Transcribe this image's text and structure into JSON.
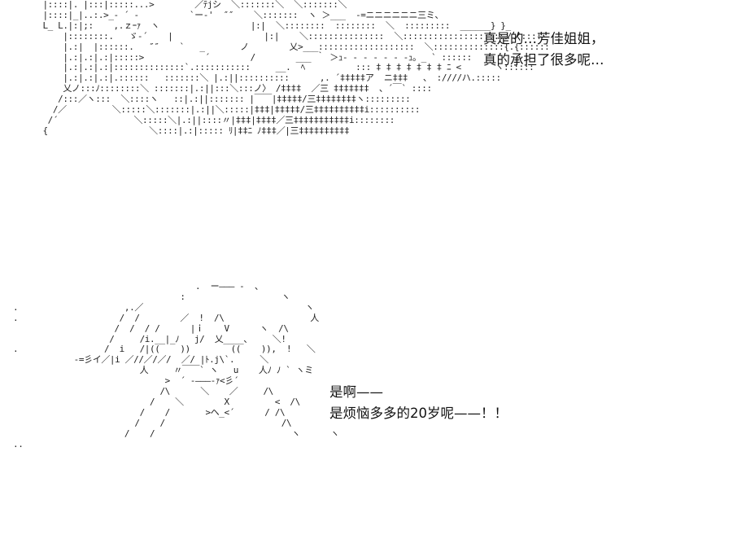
{
  "panel_top": {
    "dialogue": [
      "真是的…芳佳姐姐，",
      "真的承担了很多呢…"
    ]
  },
  "panel_bottom": {
    "dialogue": [
      "是啊——",
      "是烦恼多多的20岁呢——！！"
    ]
  }
}
